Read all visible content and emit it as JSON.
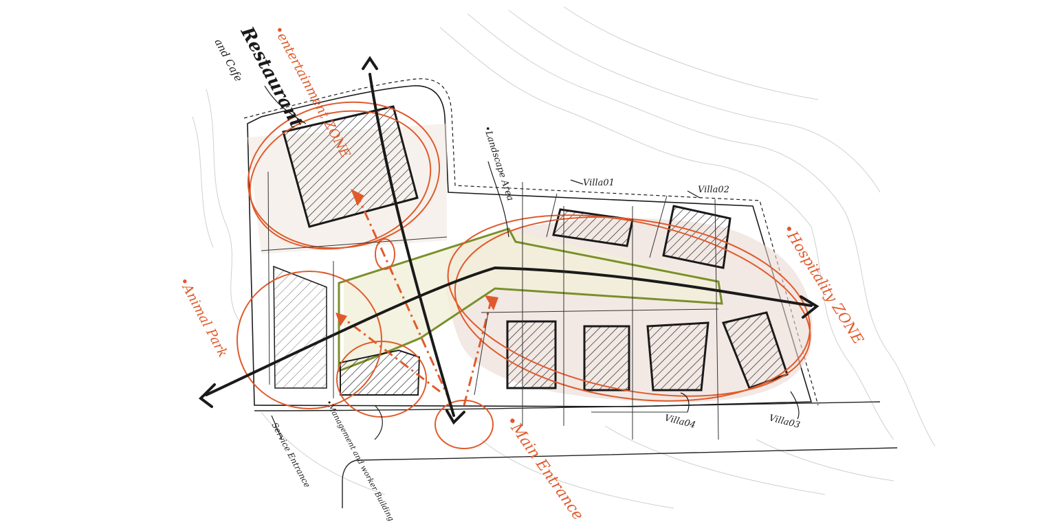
{
  "colors": {
    "ink": "#1a1a1a",
    "accent_orange": "#e05a2b",
    "path_green": "#7a8f2a",
    "fill_beige": "#efe6dc",
    "fill_pink": "#ead8d2",
    "fill_cream": "#f1efd8",
    "contour_grey": "#c9c9c9"
  },
  "labels": {
    "entertainment_zone": "•entertainment ZONE",
    "restaurant": "Restaurant",
    "and_cafe": "and Cafe",
    "landscape_area": "•Landscape Area",
    "villa01": "Villa01",
    "villa02": "Villa02",
    "villa03": "Villa03",
    "villa04": "Villa04",
    "hospitality_zone": "•Hospitality ZONE",
    "animal_park": "•Animal Park",
    "main_entrance": "•Main Entrance",
    "management_building": "•Management and worker Building",
    "service_entrance": "Service Entrance"
  }
}
